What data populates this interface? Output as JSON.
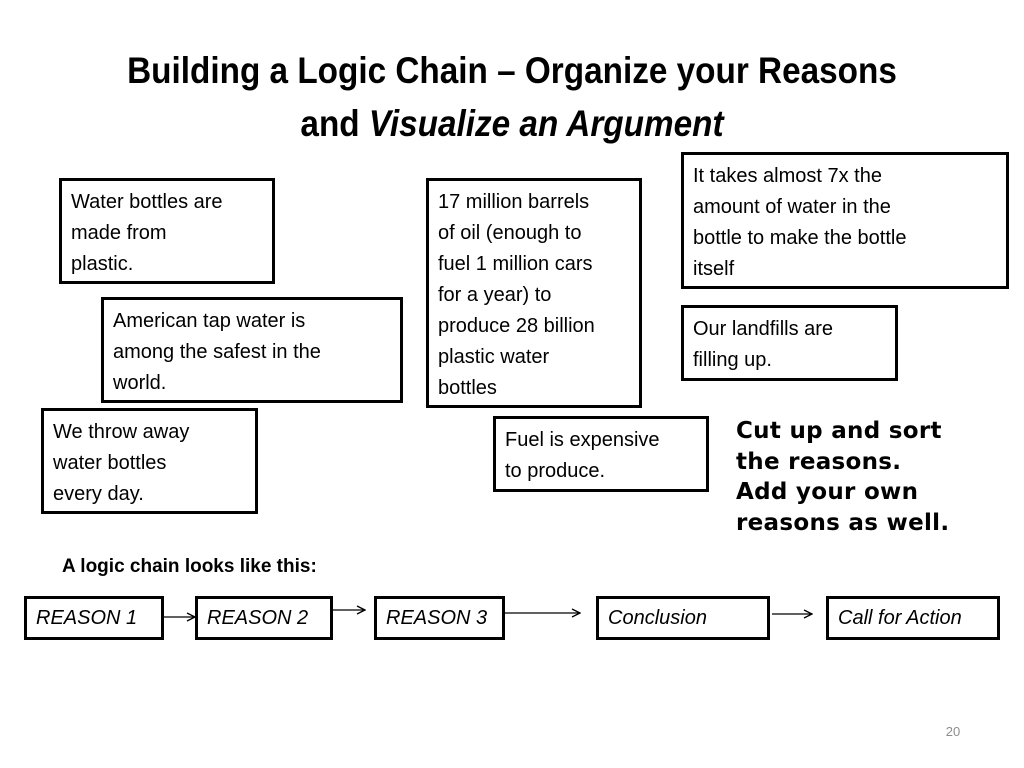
{
  "slide": {
    "title_line1": "Building a Logic Chain – Organize your Reasons",
    "title_line2_plain": "and",
    "title_line2_italic": "Visualize an Argument",
    "page_number": "20"
  },
  "reason_cards": [
    {
      "lines": [
        "Water bottles are",
        "made from",
        "plastic."
      ]
    },
    {
      "lines": [
        "American tap water is",
        "among the safest in the",
        "world."
      ]
    },
    {
      "lines": [
        "We throw away",
        "water bottles",
        "every day."
      ]
    },
    {
      "lines": [
        "17 million barrels",
        "of oil (enough to",
        "fuel 1 million cars",
        "for a year) to",
        "produce 28 billion",
        "plastic water",
        "bottles"
      ]
    },
    {
      "lines": [
        "Fuel is expensive",
        "to produce."
      ]
    },
    {
      "lines": [
        "It takes almost 7x the",
        "amount of water in the",
        "bottle to make the bottle",
        "itself"
      ]
    },
    {
      "lines": [
        "Our landfills are",
        "filling up."
      ]
    }
  ],
  "instructions": {
    "lines": [
      "Cut up and sort",
      "the reasons.",
      "Add your own",
      "reasons as well."
    ]
  },
  "logic_chain": {
    "heading": "A logic chain looks like this:",
    "steps": [
      "REASON 1",
      "REASON 2",
      "REASON 3",
      "Conclusion",
      "Call for Action"
    ]
  }
}
